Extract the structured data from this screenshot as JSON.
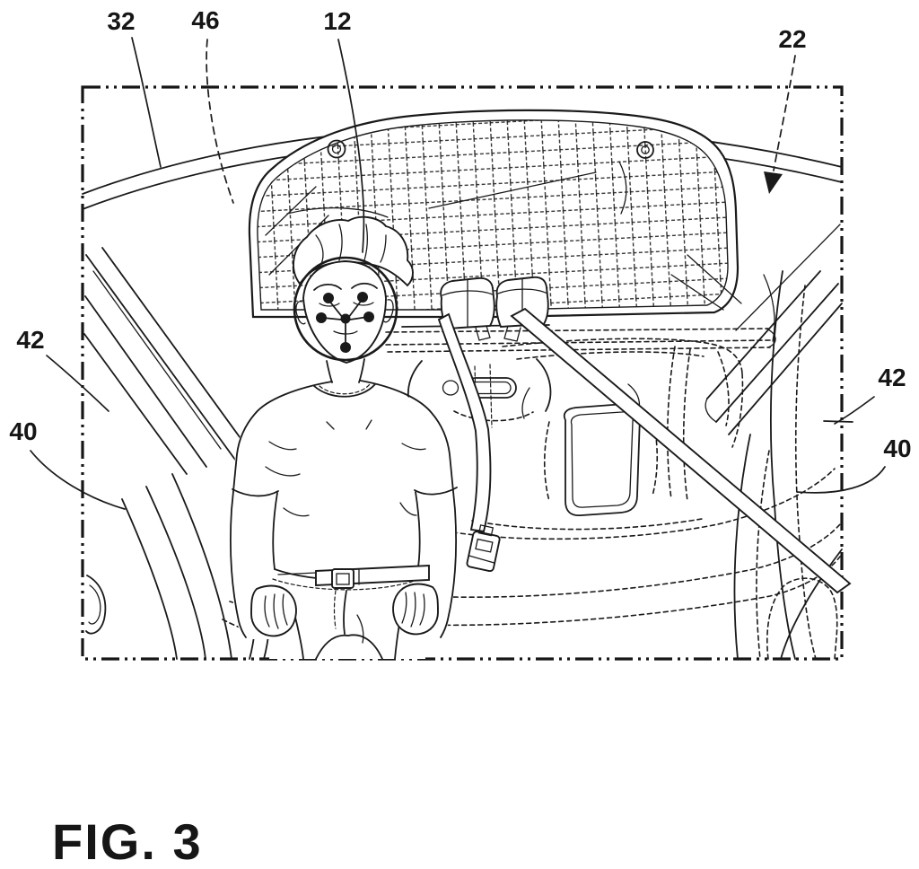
{
  "figure_label": "FIG. 3",
  "refs": {
    "r32": "32",
    "r46": "46",
    "r12": "12",
    "r22": "22",
    "r42_left": "42",
    "r40_left": "40",
    "r42_right": "42",
    "r40_right": "40"
  },
  "style": {
    "ink": "#1a1a1a",
    "paper": "#ffffff"
  }
}
